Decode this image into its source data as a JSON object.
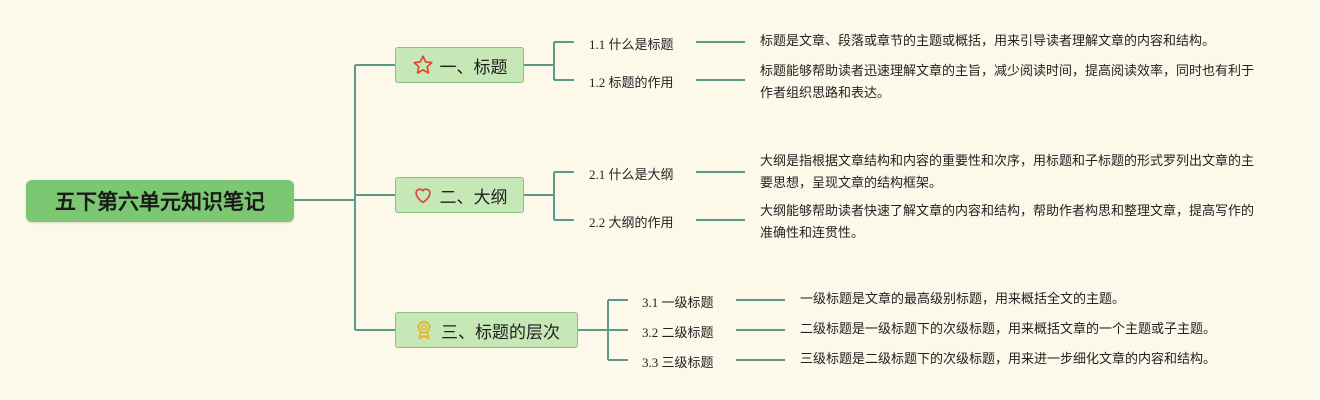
{
  "root": {
    "title": "五下第六单元知识笔记"
  },
  "sections": [
    {
      "title": "一、标题",
      "icon": "star-icon",
      "items": [
        {
          "label": "1.1 什么是标题",
          "desc": "标题是文章、段落或章节的主题或概括，用来引导读者理解文章的内容和结构。"
        },
        {
          "label": "1.2 标题的作用",
          "desc": "标题能够帮助读者迅速理解文章的主旨，减少阅读时间，提高阅读效率，同时也有利于作者组织思路和表达。"
        }
      ]
    },
    {
      "title": "二、大纲",
      "icon": "heart-icon",
      "items": [
        {
          "label": "2.1 什么是大纲",
          "desc": "大纲是指根据文章结构和内容的重要性和次序，用标题和子标题的形式罗列出文章的主要思想，呈现文章的结构框架。"
        },
        {
          "label": "2.2 大纲的作用",
          "desc": "大纲能够帮助读者快速了解文章的内容和结构，帮助作者构思和整理文章，提高写作的准确性和连贯性。"
        }
      ]
    },
    {
      "title": "三、标题的层次",
      "icon": "award-icon",
      "items": [
        {
          "label": "3.1 一级标题",
          "desc": "一级标题是文章的最高级别标题，用来概括全文的主题。"
        },
        {
          "label": "3.2 二级标题",
          "desc": "二级标题是一级标题下的次级标题，用来概括文章的一个主题或子主题。"
        },
        {
          "label": "3.3 三级标题",
          "desc": "三级标题是二级标题下的次级标题，用来进一步细化文章的内容和结构。"
        }
      ]
    }
  ],
  "colors": {
    "root": "#7cc771",
    "node": "#c6e7b6",
    "line": "#5b9a8b",
    "background": "#fcf8ea"
  }
}
